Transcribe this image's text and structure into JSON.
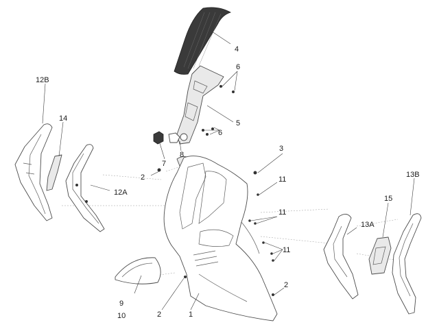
{
  "diagram": {
    "callouts": [
      {
        "id": "c4",
        "label": "4"
      },
      {
        "id": "c6a",
        "label": "6"
      },
      {
        "id": "c5",
        "label": "5"
      },
      {
        "id": "c6b",
        "label": "6"
      },
      {
        "id": "c7",
        "label": "7"
      },
      {
        "id": "c8",
        "label": "8"
      },
      {
        "id": "c3",
        "label": "3"
      },
      {
        "id": "c2a",
        "label": "2"
      },
      {
        "id": "c11a",
        "label": "11"
      },
      {
        "id": "c11b",
        "label": "11"
      },
      {
        "id": "c11c",
        "label": "11"
      },
      {
        "id": "c12B",
        "label": "12B"
      },
      {
        "id": "c14",
        "label": "14"
      },
      {
        "id": "c12A",
        "label": "12A"
      },
      {
        "id": "c13B",
        "label": "13B"
      },
      {
        "id": "c15",
        "label": "15"
      },
      {
        "id": "c13A",
        "label": "13A"
      },
      {
        "id": "c9",
        "label": "9"
      },
      {
        "id": "c10",
        "label": "10"
      },
      {
        "id": "c2b",
        "label": "2"
      },
      {
        "id": "c1",
        "label": "1"
      },
      {
        "id": "c2c",
        "label": "2"
      }
    ]
  }
}
